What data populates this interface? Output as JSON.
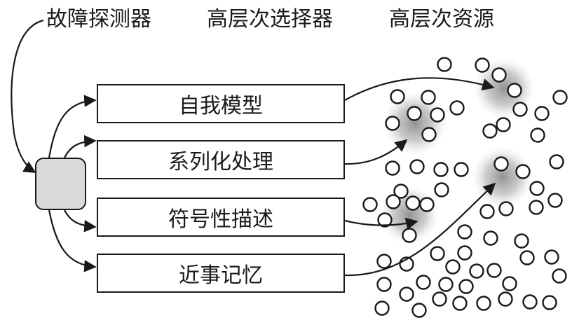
{
  "headers": {
    "fault_detector": "故障探测器",
    "high_level_selector": "高层次选择器",
    "high_level_resource": "高层次资源"
  },
  "methods": [
    {
      "label": "自我模型"
    },
    {
      "label": "系列化处理"
    },
    {
      "label": "符号性描述"
    },
    {
      "label": "近事记忆"
    }
  ],
  "colors": {
    "stroke": "#1a1a1a",
    "detector_fill": "#d9d9d9",
    "cluster_glow": "#9a9a9a"
  }
}
